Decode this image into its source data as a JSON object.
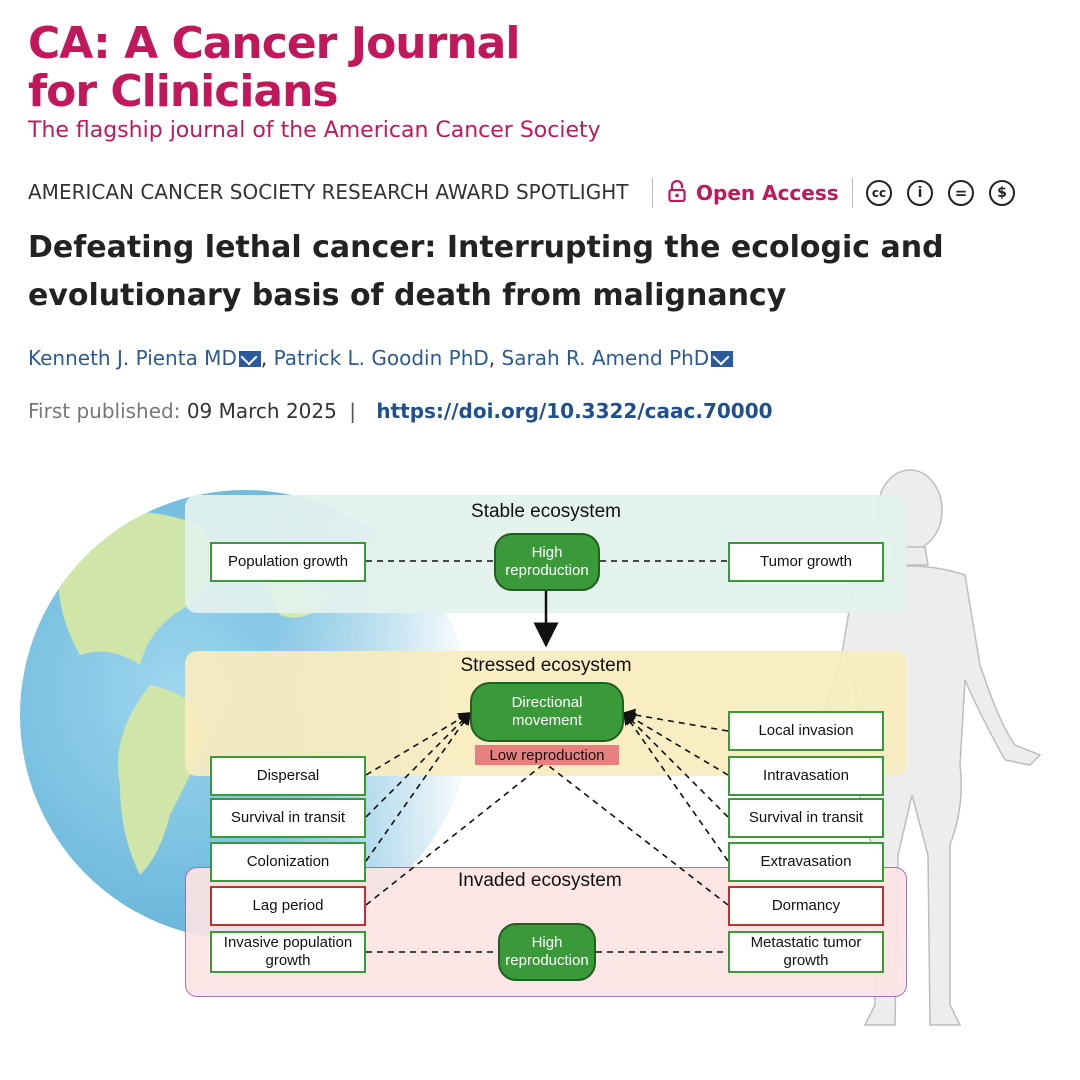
{
  "journal": {
    "title_line1": "CA: A Cancer Journal",
    "title_line2": "for Clinicians",
    "tagline": "The flagship journal of the American Cancer Society"
  },
  "meta_bar": {
    "section": "AMERICAN CANCER SOCIETY RESEARCH AWARD SPOTLIGHT",
    "open_access": "Open Access",
    "license_icons": [
      "cc-icon",
      "by-icon",
      "nd-icon",
      "nc-icon"
    ],
    "license_glyphs": [
      "cc",
      "i",
      "=",
      "$"
    ]
  },
  "article": {
    "title_line1": "Defeating lethal cancer: Interrupting the ecologic and",
    "title_line2": "evolutionary basis of death from malignancy",
    "authors": [
      "Kenneth J. Pienta MD",
      "Patrick L. Goodin PhD",
      "Sarah R. Amend PhD"
    ],
    "published_label": "First published:",
    "published_date": "09 March 2025",
    "separator": "|",
    "doi": "https://doi.org/10.3322/caac.70000"
  },
  "figure": {
    "stable": {
      "label": "Stable ecosystem",
      "left": "Population growth",
      "center": "High reproduction",
      "right": "Tumor growth"
    },
    "stressed": {
      "label": "Stressed ecosystem",
      "center": "Directional movement",
      "low": "Low reproduction"
    },
    "left_steps": [
      "Dispersal",
      "Survival in transit",
      "Colonization",
      "Lag period",
      "Invasive population growth"
    ],
    "right_steps": [
      "Local invasion",
      "Intravasation",
      "Survival in transit",
      "Extravasation",
      "Dormancy",
      "Metastatic tumor growth"
    ],
    "invaded": {
      "label": "Invaded ecosystem",
      "center": "High reproduction"
    },
    "colors": {
      "green_box": "#3a9a3a",
      "red_box": "#c03030",
      "stable_bg": "#e3f2ee",
      "stressed_bg": "#f8ebbf",
      "invaded_bg": "#fbe4e4",
      "invaded_border": "#9b6bb8"
    }
  }
}
